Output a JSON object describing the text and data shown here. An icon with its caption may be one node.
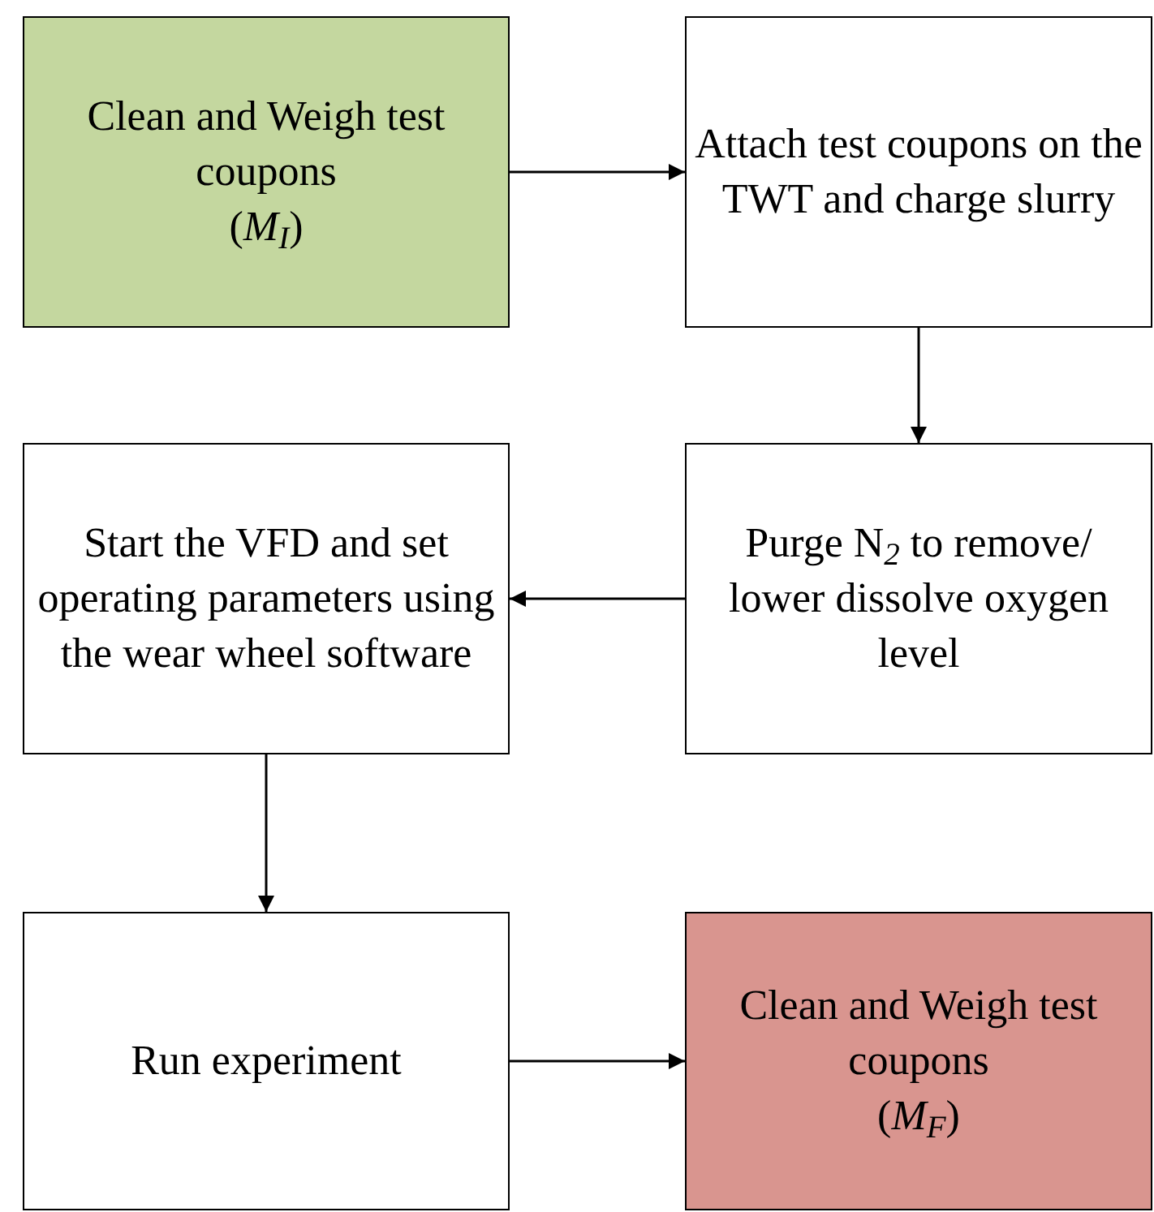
{
  "diagram": {
    "nodes": [
      {
        "text": [
          "Clean and Weigh test coupons",
          "(*M*$_{I}$)"
        ]
      },
      {
        "text": [
          "Attach test coupons on the TWT and charge slurry"
        ]
      },
      {
        "text": [
          "Start the VFD and set operating parameters using the wear wheel software"
        ]
      },
      {
        "text": [
          "Purge N$_{2}$ to remove/ lower dissolve oxygen level"
        ]
      },
      {
        "text": [
          "Run experiment"
        ]
      },
      {
        "text": [
          "Clean and Weigh test coupons",
          "(*M*$_{F}$)"
        ]
      }
    ],
    "edges": [
      {
        "from": 0,
        "to": 1,
        "arrow": "to"
      },
      {
        "from": 1,
        "to": 3,
        "arrow": "to"
      },
      {
        "from": 3,
        "to": 2,
        "arrow": "to"
      },
      {
        "from": 2,
        "to": 4,
        "arrow": "to"
      },
      {
        "from": 4,
        "to": 5,
        "arrow": "to"
      }
    ]
  }
}
